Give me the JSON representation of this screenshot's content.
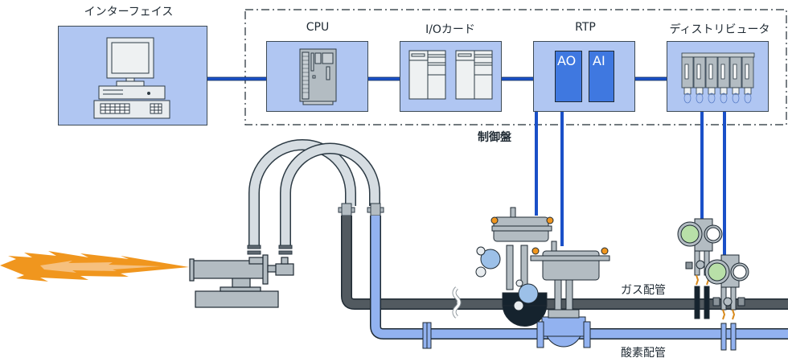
{
  "title": "制御システム構成図",
  "components": {
    "interface": {
      "label": "インターフェイス",
      "icon": "desktop-computer-icon"
    },
    "cpu": {
      "label": "CPU",
      "icon": "cpu-board-icon"
    },
    "io_card": {
      "label": "I/Oカード",
      "icon": "io-card-icon"
    },
    "rtp": {
      "label": "RTP",
      "modules": [
        "AO",
        "AI"
      ]
    },
    "distributor": {
      "label": "ディストリビュータ",
      "icon": "distributor-terminal-icon"
    }
  },
  "control_panel": {
    "label": "制御盤"
  },
  "pipes": {
    "gas": {
      "label": "ガス配管",
      "color": "#525a60"
    },
    "oxygen": {
      "label": "酸素配管",
      "color": "#92b2f0"
    }
  },
  "colors": {
    "box_fill": "#b0c6f2",
    "signal_line": "#1a50c8",
    "module_fill": "#3f78e0",
    "flame": "#f0961e",
    "equipment_gray": "#b3bcc2"
  }
}
